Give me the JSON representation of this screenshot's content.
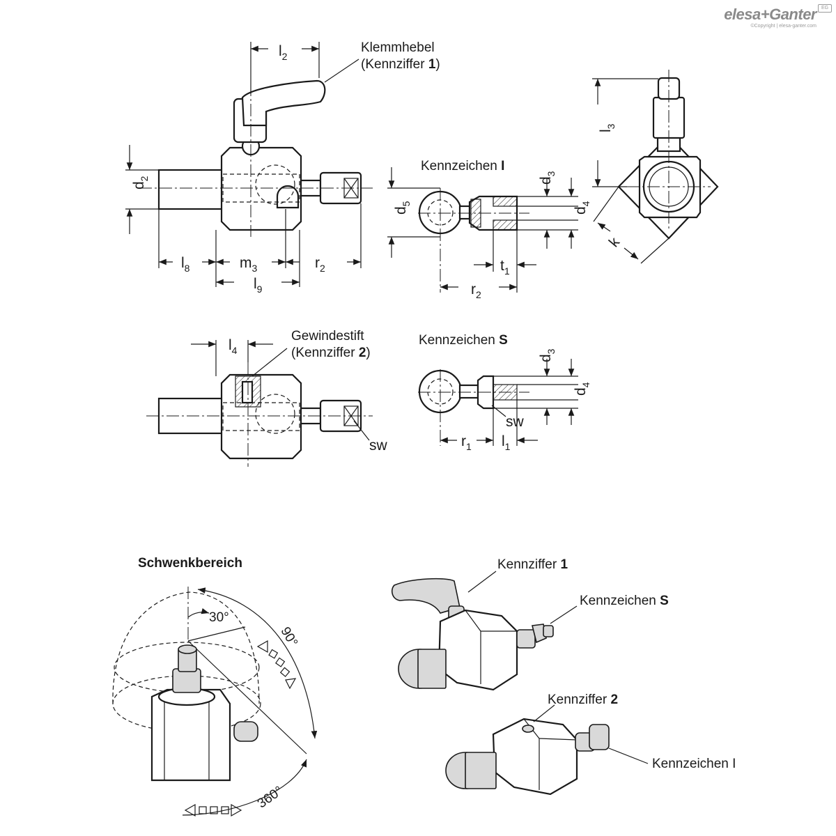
{
  "logo": {
    "brand": "elesa+Ganter",
    "copyright": "©Copyright | elesa-ganter.com",
    "badge": "EG"
  },
  "labels": {
    "klemmhebel_line1": "Klemmhebel",
    "klemmhebel_line2_pre": "(Kennziffer ",
    "klemmhebel_line2_num": "1",
    "klemmhebel_line2_post": ")",
    "gewindestift_line1": "Gewindestift",
    "gewindestift_line2_pre": "(Kennziffer ",
    "gewindestift_line2_num": "2",
    "gewindestift_line2_post": ")",
    "kennzeichen_i_pre": "Kennzeichen ",
    "kennzeichen_i_letter": "I",
    "kennzeichen_s_pre": "Kennzeichen ",
    "kennzeichen_s_letter": "S",
    "schwenkbereich": "Schwenkbereich",
    "iso_kennziffer1_pre": "Kennziffer ",
    "iso_kennziffer1_num": "1",
    "iso_kennzeichen_s_pre": "Kennzeichen ",
    "iso_kennzeichen_s_letter": "S",
    "iso_kennziffer2_pre": "Kennziffer ",
    "iso_kennziffer2_num": "2",
    "iso_kennzeichen_i": "Kennzeichen I",
    "angle_30": "30°",
    "angle_90": "90°",
    "angle_360": "360°"
  },
  "dimensions": {
    "l2": {
      "main": "l",
      "sub": "2"
    },
    "d2": {
      "main": "d",
      "sub": "2"
    },
    "l8": {
      "main": "l",
      "sub": "8"
    },
    "m3": {
      "main": "m",
      "sub": "3"
    },
    "r2_top": {
      "main": "r",
      "sub": "2"
    },
    "l9": {
      "main": "l",
      "sub": "9"
    },
    "l3": {
      "main": "l",
      "sub": "3"
    },
    "k": {
      "main": "k",
      "sub": ""
    },
    "d3_i": {
      "main": "d",
      "sub": "3"
    },
    "d4_i": {
      "main": "d",
      "sub": "4"
    },
    "d5": {
      "main": "d",
      "sub": "5"
    },
    "t1": {
      "main": "t",
      "sub": "1"
    },
    "r2_i": {
      "main": "r",
      "sub": "2"
    },
    "l4": {
      "main": "l",
      "sub": "4"
    },
    "sw_left": "sw",
    "d3_s": {
      "main": "d",
      "sub": "3"
    },
    "d4_s": {
      "main": "d",
      "sub": "4"
    },
    "sw_s": "sw",
    "r1": {
      "main": "r",
      "sub": "1"
    },
    "l1": {
      "main": "l",
      "sub": "1"
    }
  }
}
